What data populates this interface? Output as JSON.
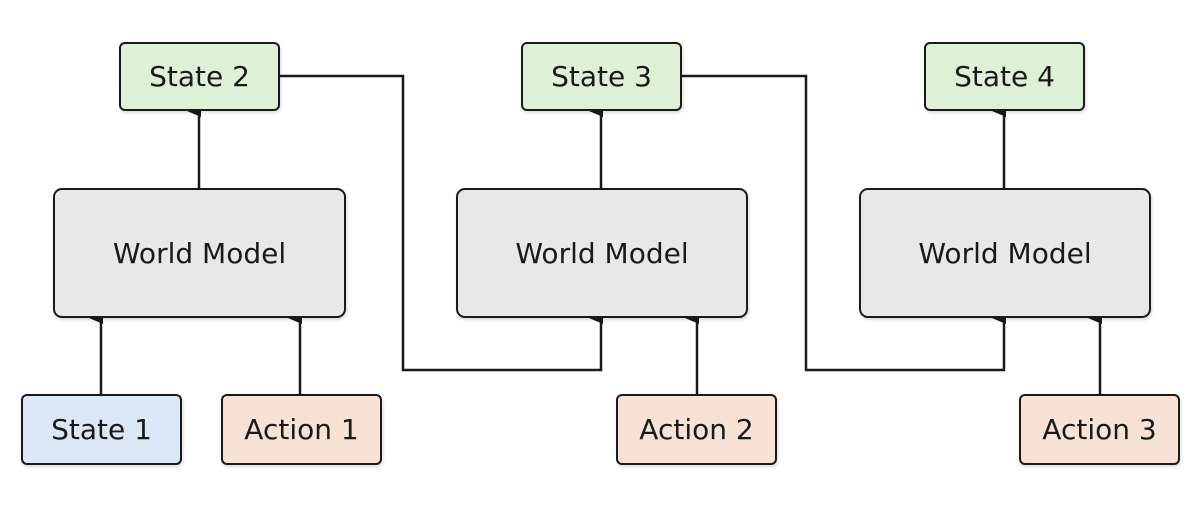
{
  "colors": {
    "state_output": "#dff0d8",
    "state_input": "#dce8f5",
    "action": "#f8e2d5",
    "world_model": "#e8e8e8",
    "line": "#1a1a1a"
  },
  "nodes": {
    "state1": "State 1",
    "state2": "State 2",
    "state3": "State 3",
    "state4": "State 4",
    "action1": "Action 1",
    "action2": "Action 2",
    "action3": "Action 3",
    "world_model_1": "World Model",
    "world_model_2": "World Model",
    "world_model_3": "World Model"
  }
}
